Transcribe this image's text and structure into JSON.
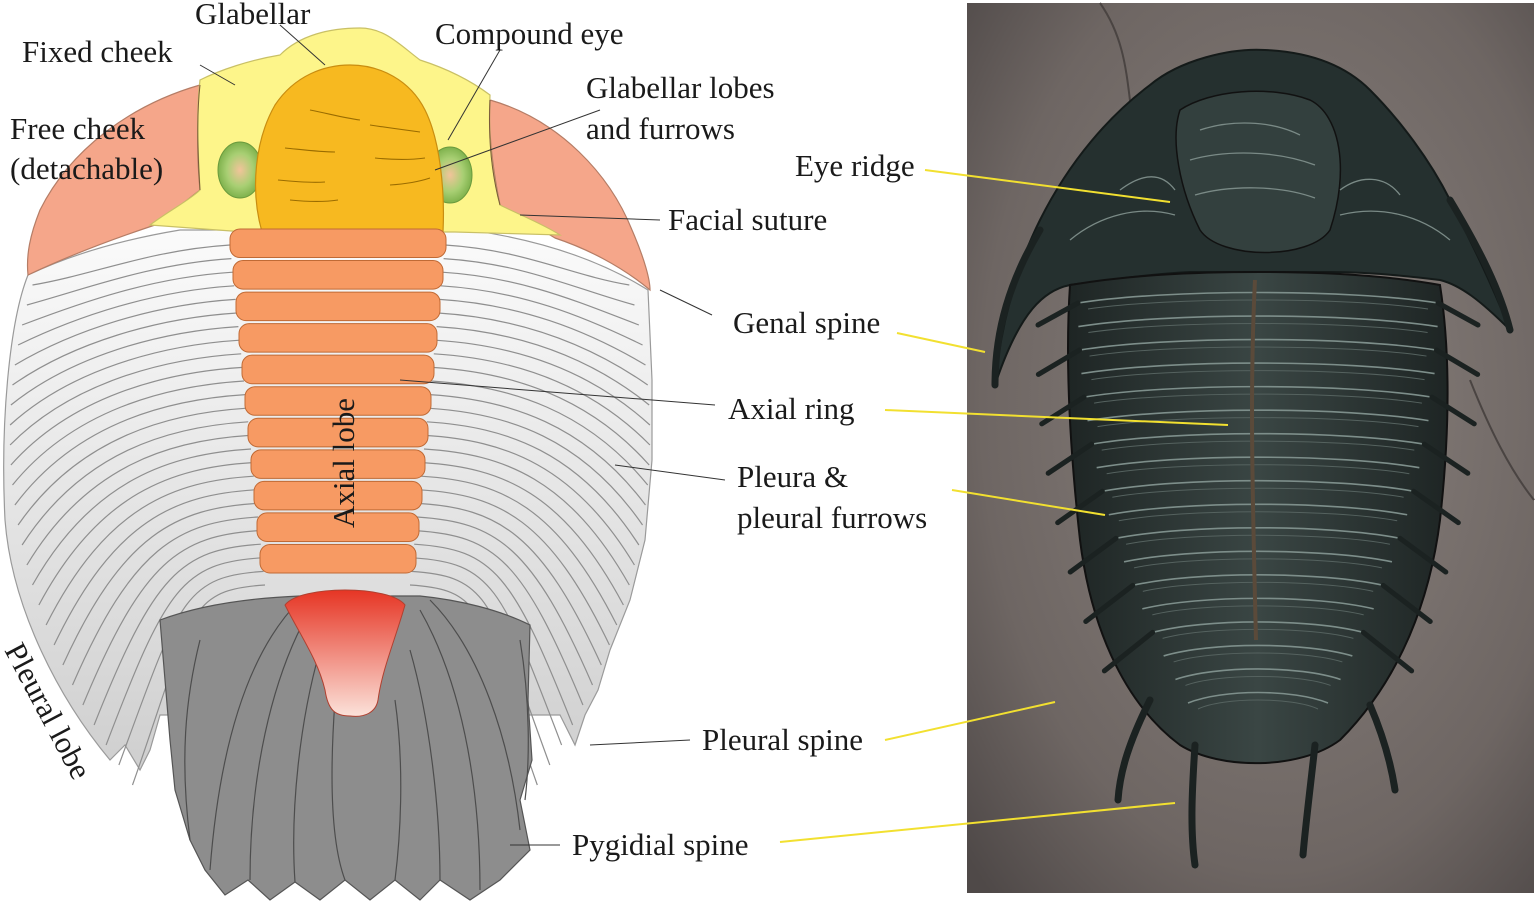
{
  "diagram": {
    "labels": {
      "glabellar": "Glabellar",
      "fixed_cheek": "Fixed cheek",
      "compound_eye": "Compound eye",
      "glabellar_lobes_1": "Glabellar lobes",
      "glabellar_lobes_2": "and furrows",
      "free_cheek_1": "Free cheek",
      "free_cheek_2": "(detachable)",
      "facial_suture": "Facial suture",
      "genal_spine": "Genal spine",
      "axial_ring": "Axial ring",
      "axial_lobe": "Axial lobe",
      "pleura_1": "Pleura &",
      "pleura_2": "pleural furrows",
      "pleural_lobe": "Pleural lobe",
      "pleural_spine": "Pleural spine",
      "pygidial_spine": "Pygidial spine"
    }
  },
  "photo": {
    "labels": {
      "eye_ridge": "Eye ridge"
    }
  },
  "colors": {
    "glabella": "#f7b920",
    "fixed_cheek": "#fdf58a",
    "free_cheek": "#f5a68a",
    "eye": "#9cc46a",
    "axial_ring": "#f79a63",
    "pygidium_axis": "#e83a2a",
    "pleura": "#e5e5e5",
    "pygidium": "#8d8d8d",
    "leader_dark": "#333333",
    "leader_yellow": "#f2e030",
    "photo_bg": "#6a6361"
  }
}
